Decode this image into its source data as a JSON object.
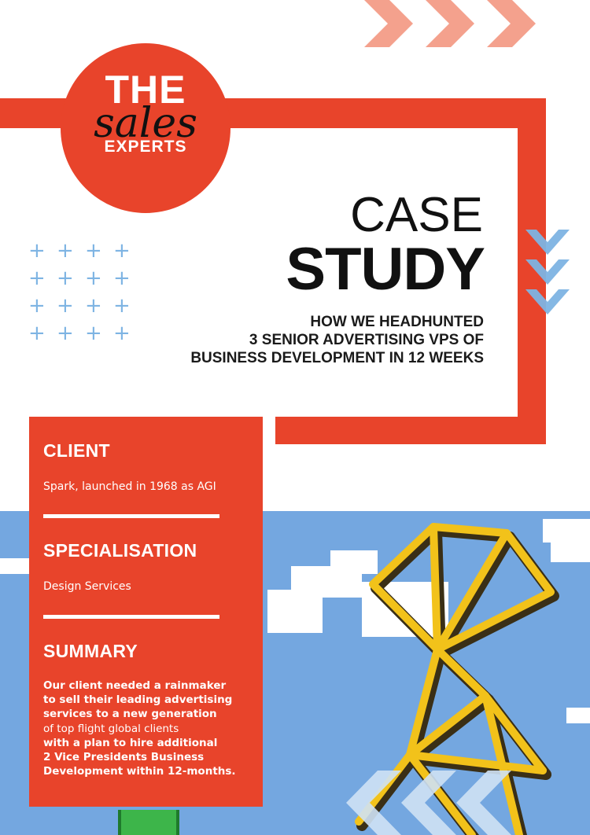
{
  "brand": {
    "line1": "THE",
    "line2": "sales",
    "line3": "EXPERTS"
  },
  "hero": {
    "title_line1": "CASE",
    "title_line2": "STUDY",
    "subtitle_lines": [
      "HOW WE HEADHUNTED",
      "3 SENIOR ADVERTISING VPS OF",
      "BUSINESS DEVELOPMENT IN 12 WEEKS"
    ]
  },
  "panel": {
    "client_heading": "CLIENT",
    "client_text": "Spark, launched in 1968 as AGI",
    "specialisation_heading": "SPECIALISATION",
    "specialisation_text": "Design Services",
    "summary_heading": "SUMMARY",
    "summary_lines": [
      "Our client needed a rainmaker",
      "to sell their leading advertising",
      "services to a new generation",
      "of top flight global clients",
      "with a plan to hire additional",
      "2 Vice Presidents Business",
      "Development within 12-months."
    ]
  },
  "colors": {
    "accent": "#e8442b",
    "chevron_top": "#f4a18d",
    "chevron_side": "#7eb4e3",
    "plus": "#7eb4e3",
    "sky": "#74a7e0",
    "structure": "#f2c21a"
  },
  "icons": [
    "chevron-right-icon",
    "chevron-down-icon",
    "plus-icon",
    "chevron-left-icon"
  ]
}
